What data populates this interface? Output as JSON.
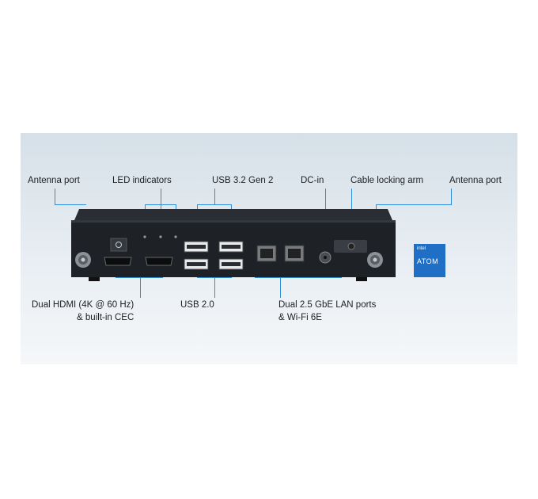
{
  "labels": {
    "antenna_left": "Antenna port",
    "led": "LED indicators",
    "usb32": "USB 3.2 Gen 2",
    "dcin": "DC-in",
    "cable_lock": "Cable locking arm",
    "antenna_right": "Antenna port",
    "hdmi_line1": "Dual HDMI (4K @ 60 Hz)",
    "hdmi_line2": "& built-in CEC",
    "usb20": "USB 2.0",
    "lan_line1": "Dual 2.5 GbE LAN ports",
    "lan_line2": "& Wi-Fi 6E"
  },
  "badge": {
    "brand": "intel",
    "product": "ATOM",
    "color": "#1f6fc7"
  },
  "colors": {
    "leader_line": "#2f8ed6",
    "device_body": "#1e2126"
  }
}
